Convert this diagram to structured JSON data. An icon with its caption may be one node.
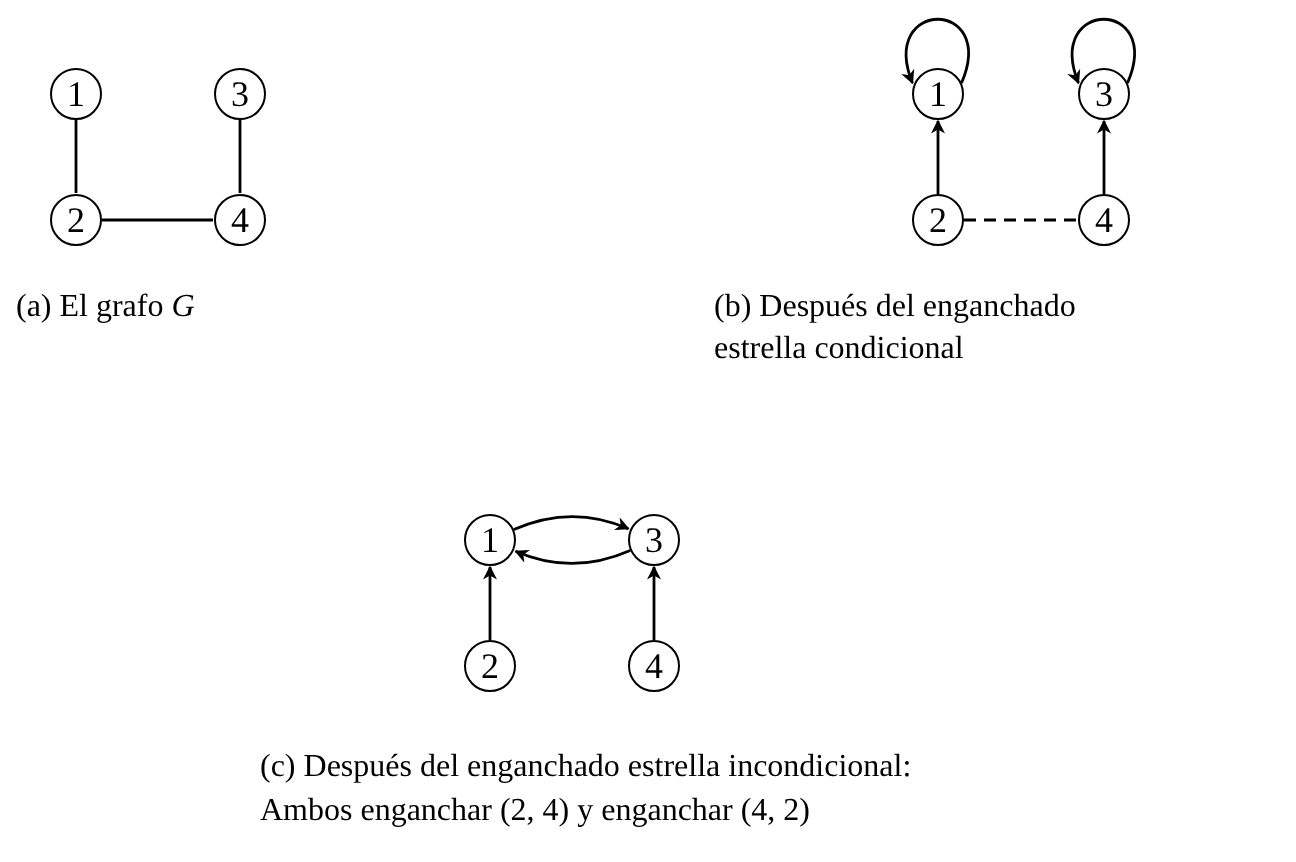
{
  "diagram": {
    "nodes": [
      {
        "text": [
          "1"
        ]
      },
      {
        "text": [
          "3"
        ]
      },
      {
        "text": [
          "2"
        ]
      },
      {
        "text": [
          "4"
        ]
      },
      {
        "text": [
          "1"
        ]
      },
      {
        "text": [
          "3"
        ]
      },
      {
        "text": [
          "2"
        ]
      },
      {
        "text": [
          "4"
        ]
      },
      {
        "text": [
          "1"
        ]
      },
      {
        "text": [
          "3"
        ]
      },
      {
        "text": [
          "2"
        ]
      },
      {
        "text": [
          "4"
        ]
      }
    ],
    "edges": [
      {
        "from": 0,
        "to": 2,
        "arrow": "none"
      },
      {
        "from": 2,
        "to": 3,
        "arrow": "none"
      },
      {
        "from": 1,
        "to": 3,
        "arrow": "none"
      },
      {
        "from": 4,
        "to": 4,
        "arrow": "to"
      },
      {
        "from": 5,
        "to": 5,
        "arrow": "to"
      },
      {
        "from": 6,
        "to": 4,
        "arrow": "to"
      },
      {
        "from": 7,
        "to": 5,
        "arrow": "to"
      },
      {
        "from": 6,
        "to": 7,
        "arrow": "none",
        "style": "dashed"
      },
      {
        "from": 8,
        "to": 9,
        "arrow": "to"
      },
      {
        "from": 9,
        "to": 8,
        "arrow": "to"
      },
      {
        "from": 10,
        "to": 8,
        "arrow": "to"
      },
      {
        "from": 11,
        "to": 9,
        "arrow": "to"
      }
    ],
    "labels": [
      "(a) El grafo *G*",
      "(b) Después del enganchado estrella condicional",
      "(c) Después del enganchado estrella incondicional:",
      "Ambos enganchar (2, 4) y enganchar (4, 2)"
    ]
  }
}
